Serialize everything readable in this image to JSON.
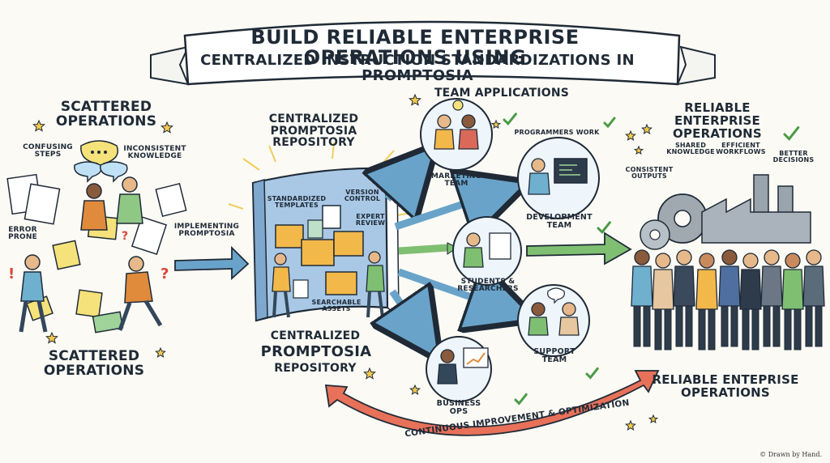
{
  "banner": {
    "line1": "BUILD RELIABLE ENTERPRISE OPERATIONS USING",
    "line2": "CENTRALIZED INSTRUCTION STANDARDIZATIONS IN PROMPTOSIA"
  },
  "scattered": {
    "title_top": "SCATTERED\nOPERATIONS",
    "title_bottom": "SCATTERED\nOPERATIONS",
    "labels": [
      "CONFUSING\nSTEPS",
      "INCONSISTENT\nKNOWLEDGE",
      "ERROR\nPRONE"
    ]
  },
  "implementing": "IMPLEMENTING\nPROMPTOSIA",
  "repository": {
    "title_top": "CENTRALIZED\nPROMPTOSIA\nREPOSITORY",
    "title_bottom_1": "CENTRALIZED",
    "title_bottom_2": "PROMPTOSIA",
    "title_bottom_3": "REPOSITORY",
    "features": [
      "STANDARDIZED\nTEMPLATES",
      "VERSION\nCONTROL",
      "EXPERT\nREVIEW",
      "SEARCHABLE\nASSETS"
    ]
  },
  "teams": {
    "heading": "TEAM APPLICATIONS",
    "marketing": "MARKETING\nTEAM",
    "programmers_note": "PROGRAMMERS WORK",
    "development": "DEVELOPMENT\nTEAM",
    "students": "STUDENTS &\nRESEARCHERS",
    "support": "SUPPORT\nTEAM",
    "business": "BUSINESS\nOPS"
  },
  "reliable": {
    "title_top": "RELIABLE ENTERPRISE\nOPERATIONS",
    "title_bottom": "RELIABLE ENTEPRISE\nOPERATIONS",
    "benefits": [
      "CONSISTENT\nOUTPUTS",
      "SHARED\nKNOWLEDGE",
      "EFFICIENT\nWORKFLOWS",
      "BETTER\nDECISIONS"
    ]
  },
  "loop_label": "CONTINUOUS IMPROVEMENT & OPTIMIZATION",
  "credit": "© Drawn by Hand.",
  "colors": {
    "ink": "#1f2a36",
    "arrow_blue": "#6aa3c9",
    "arrow_green": "#7fbf72",
    "loop_red": "#e8715a",
    "star_yellow": "#f2c94c",
    "check_green": "#4a9a45",
    "book_blue": "#a9c8e6"
  }
}
